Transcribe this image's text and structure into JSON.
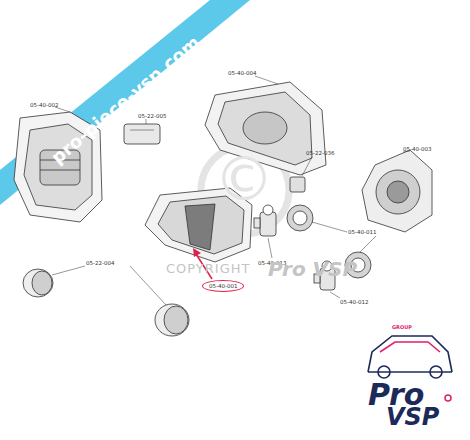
{
  "diagram": {
    "nodes": [
      {
        "text": [
          "05-40-001"
        ]
      }
    ],
    "labels": [
      "pro-piece-vsp.com",
      "05-40-002",
      "05-22-005",
      "05-40-004",
      "05-22-036",
      "05-40-003",
      "05-40-013",
      "05-40-011",
      "05-40-012",
      "05-22-004",
      "COPYRIGHT",
      "Pro VSP",
      "GROUP",
      "Pro",
      "VSP",
      "©"
    ]
  }
}
